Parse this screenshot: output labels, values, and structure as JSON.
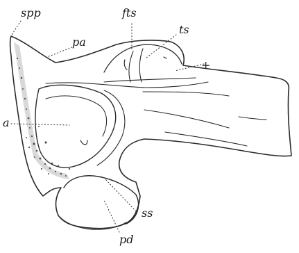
{
  "figure": {
    "labels": {
      "spp": "spp",
      "pa": "pa",
      "fts": "fts",
      "ts": "ts",
      "a": "a",
      "ss": "ss",
      "pd": "pd",
      "cross": "+"
    },
    "colors": {
      "ink": "#2a2a2a",
      "stipple": "#c9c9c9",
      "background": "#ffffff"
    }
  }
}
